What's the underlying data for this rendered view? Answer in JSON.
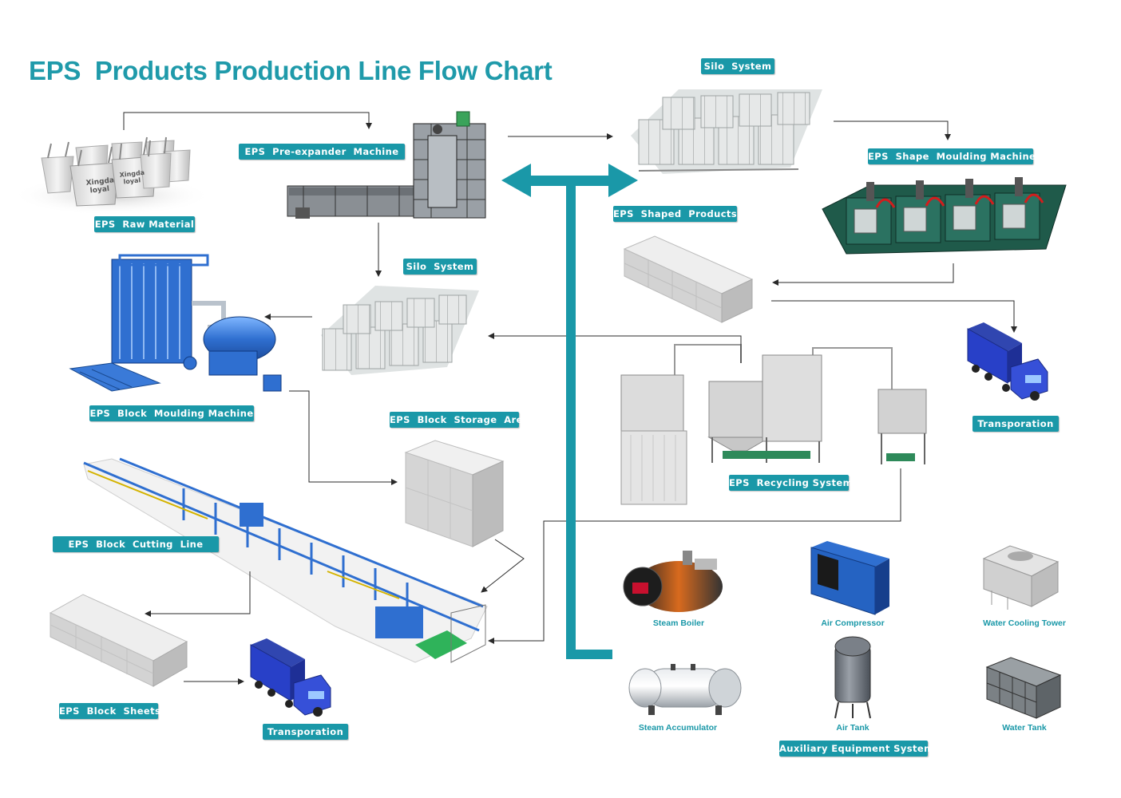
{
  "title": "EPS  Products Production Line Flow Chart",
  "colors": {
    "accent": "#1a98a8",
    "arrow": "#2a2a2a",
    "machine_blue": "#2f6fd0",
    "machine_green": "#1f5a4a"
  },
  "labels": {
    "raw_material": "EPS  Raw Material",
    "pre_expander": "EPS  Pre-expander  Machine",
    "silo_top": "Silo  System",
    "shape_moulding": "EPS  Shape  Moulding Machine",
    "shaped_products": "EPS  Shaped  Products",
    "silo_mid": "Silo  System",
    "block_moulding": "EPS  Block  Moulding Machine",
    "block_storage": "EPS  Block  Storage  Area",
    "recycling": "EPS  Recycling System",
    "transport_right": "Transporation",
    "cutting_line": "EPS  Block  Cutting  Line",
    "block_sheets": "EPS  Block  Sheets",
    "transport_bottom": "Transporation",
    "auxiliary": "Auxiliary Equipment System"
  },
  "auxiliary_items": {
    "steam_boiler": "Steam Boiler",
    "air_compressor": "Air Compressor",
    "water_cooling_tower": "Water Cooling Tower",
    "steam_accumulator": "Steam Accumulator",
    "air_tank": "Air Tank",
    "water_tank": "Water Tank"
  },
  "raw_material_bag_text": "Xingda\nloyal"
}
